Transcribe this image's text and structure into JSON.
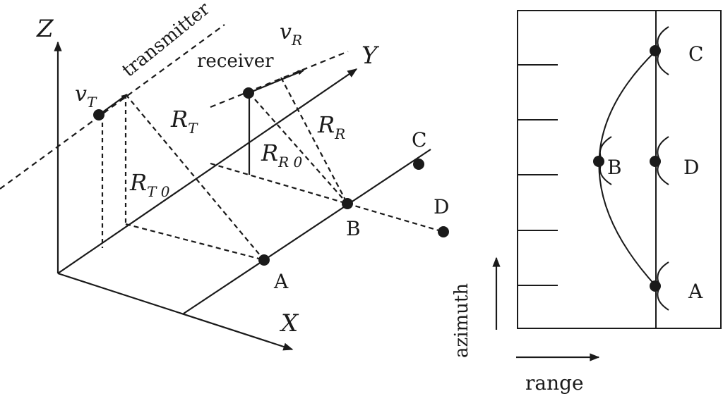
{
  "geometry_panel": {
    "axis_x": "X",
    "axis_y": "Y",
    "axis_z": "Z",
    "transmitter_label": "transmitter",
    "receiver_label": "receiver",
    "vT": {
      "main": "v",
      "sub": "T"
    },
    "vR": {
      "main": "v",
      "sub": "R"
    },
    "RT": {
      "main": "R",
      "sub": "T"
    },
    "RR": {
      "main": "R",
      "sub": "R"
    },
    "RT0": {
      "main": "R",
      "sub": "T 0"
    },
    "RR0": {
      "main": "R",
      "sub": "R 0"
    },
    "points": {
      "A": "A",
      "B": "B",
      "C": "C",
      "D": "D"
    }
  },
  "image_panel": {
    "points": {
      "A": "A",
      "B": "B",
      "C": "C",
      "D": "D"
    },
    "azimuth_label": "azimuth",
    "range_label": "range"
  },
  "colors": {
    "ink": "#1a1a1a",
    "background": "#ffffff"
  }
}
